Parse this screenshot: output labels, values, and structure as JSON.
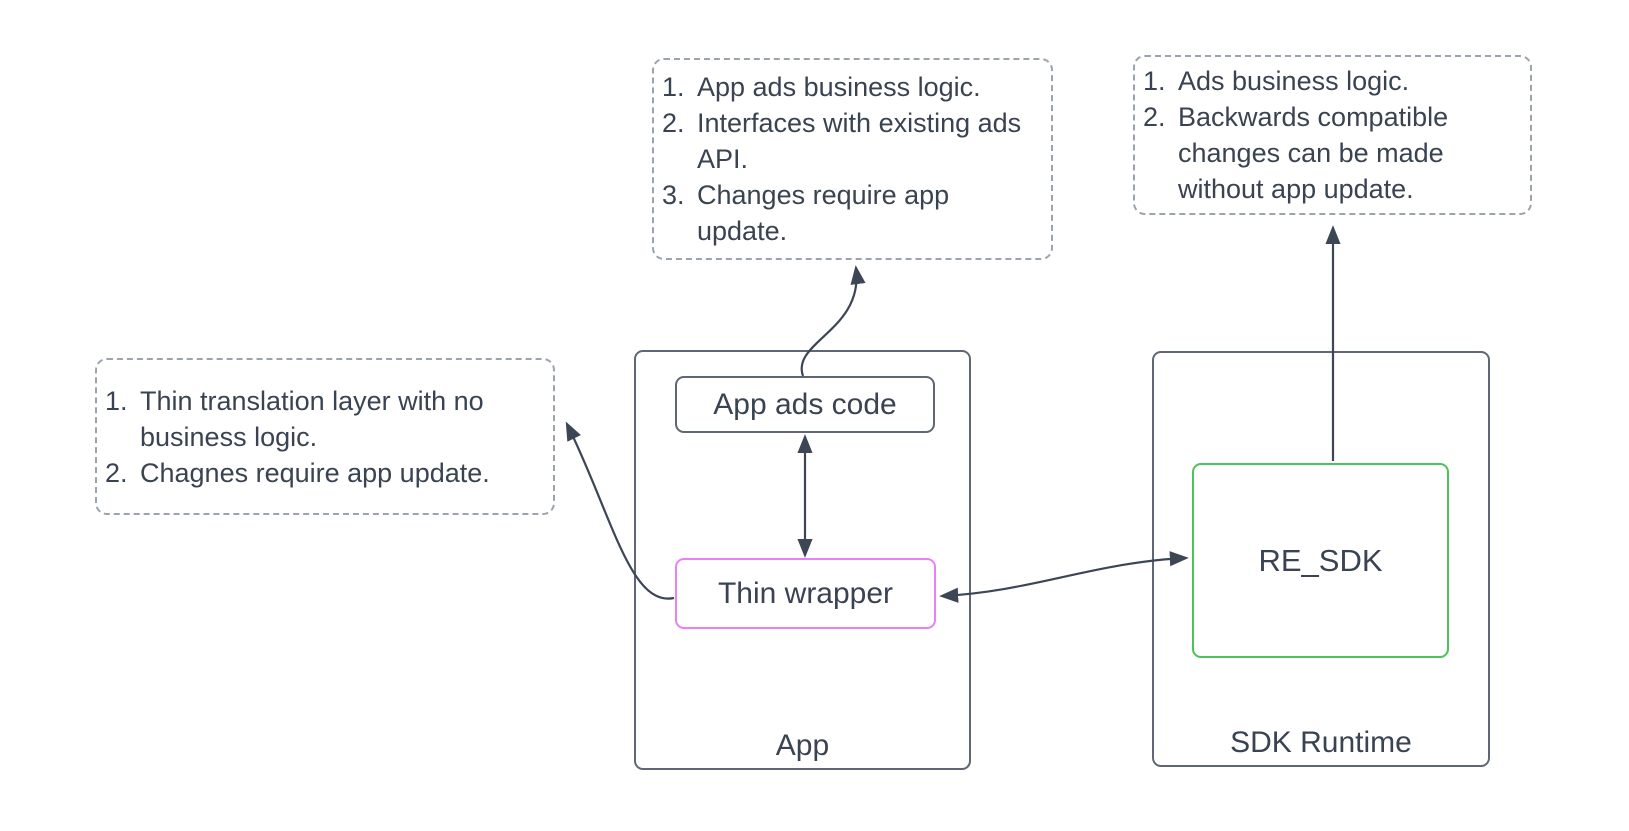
{
  "notes": {
    "left": {
      "items": [
        {
          "num": "1.",
          "text": "Thin translation layer with no business logic."
        },
        {
          "num": "2.",
          "text": "Chagnes require app update."
        }
      ]
    },
    "center": {
      "items": [
        {
          "num": "1.",
          "text": "App ads business logic."
        },
        {
          "num": "2.",
          "text": "Interfaces with existing ads API."
        },
        {
          "num": "3.",
          "text": "Changes require app update."
        }
      ]
    },
    "right": {
      "items": [
        {
          "num": "1.",
          "text": "Ads business logic."
        },
        {
          "num": "2.",
          "text": "Backwards compatible changes can be made without app update."
        }
      ]
    }
  },
  "containers": {
    "app": {
      "label": "App"
    },
    "sdk_runtime": {
      "label": "SDK Runtime"
    }
  },
  "nodes": {
    "app_ads_code": {
      "label": "App ads code"
    },
    "thin_wrapper": {
      "label": "Thin wrapper"
    },
    "re_sdk": {
      "label": "RE_SDK"
    }
  },
  "colors": {
    "text": "#3a4351",
    "slate": "#5e6773",
    "dash": "#9ba3ac",
    "arrow": "#3d4654",
    "pink": "#ea80f7",
    "green": "#4ec15a"
  }
}
